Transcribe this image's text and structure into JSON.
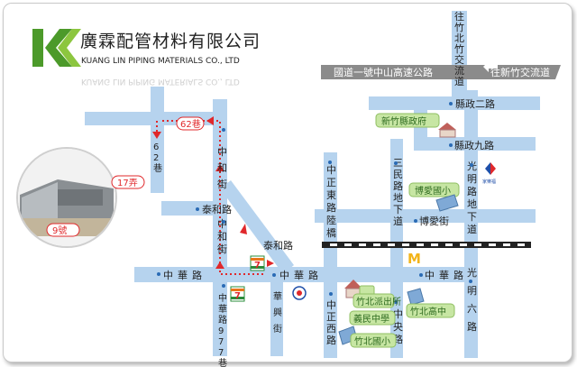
{
  "company": {
    "name_zh": "廣霖配管材料有限公司",
    "name_en": "KUANG LIN PIPING MATERIALS CO., LTD",
    "logo_letters": "KL"
  },
  "colors": {
    "road": "#b6d3ee",
    "road_dark": "#8da4b6",
    "highway": "#8b8b8b",
    "route": "#e0282b",
    "rail": "#222222",
    "brand_green": "#4c9a2a",
    "label_green": "#c7e6a3"
  },
  "roads": {
    "highway": "國道一號中山高速公路",
    "to_xinzhu": "往新竹交流道",
    "to_zhubei": "往竹北竹交流道",
    "xianzheng2": "縣政二路",
    "xianzheng9": "縣政九路",
    "guangming_underpass": "光明路地下道",
    "guangming6": "光明六路",
    "zhongzheng_east": "中正東路陸橋",
    "zhongzheng_west": "中正西路",
    "sanmin_underpass": "三民路地下道",
    "zhongyang": "中央路",
    "boai": "博愛街",
    "zhonghua1": "中華路",
    "zhonghua2": "中華路",
    "zhonghua3": "中華路",
    "zhonghua_977": "中華路977巷",
    "taihe1": "泰和路",
    "taihe2": "泰和路",
    "zhonghe1": "中和街",
    "zhonghe2": "中和街",
    "huaxing": "華興街",
    "lane62_h": "62巷",
    "lane62_v": "62巷",
    "alley17": "17弄",
    "no9": "9號"
  },
  "landmarks": {
    "county_gov": "新竹縣政府",
    "boai_school": "博愛國小",
    "police": "竹北派出所",
    "yimin": "義民中學",
    "zhubei_high": "竹北高中",
    "zhubei_elem": "竹北國小",
    "seven_eleven": "7",
    "carrefour": "家樂福",
    "mcdonalds": "M"
  }
}
